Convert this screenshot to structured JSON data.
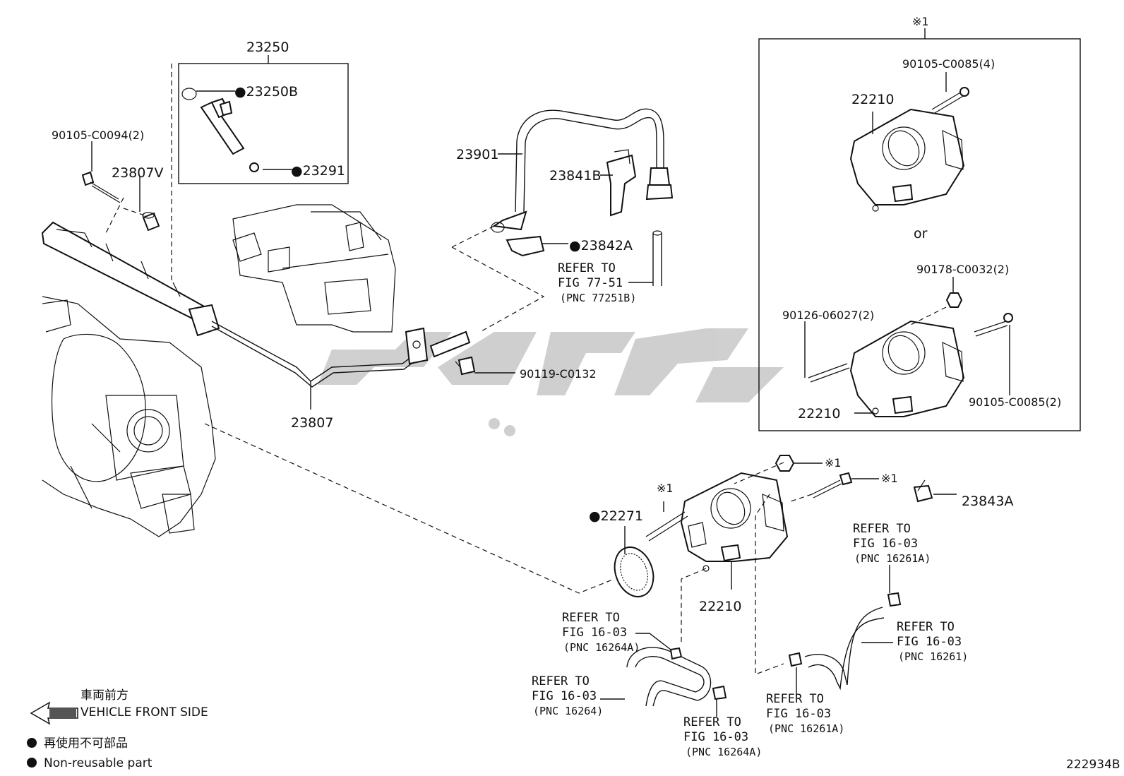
{
  "legend": {
    "front_jp": "車両前方",
    "front_en": "VEHICLE FRONT SIDE",
    "nonreuse_jp": "再使用不可部品",
    "nonreuse_en": "Non-reusable part"
  },
  "watermark": "كاریدکی",
  "figure_id": "222934B",
  "box_note": "※1",
  "or_label": "or",
  "parts": {
    "p23250": "23250",
    "p23250B": "●23250B",
    "p23291": "●23291",
    "p90105_C0094": "90105-C0094(2)",
    "p23807V": "23807V",
    "p23807": "23807",
    "p23901": "23901",
    "p23841B": "23841B",
    "p23842A": "●23842A",
    "p90119_C0132": "90119-C0132",
    "p22271": "●22271",
    "p22210_main": "22210",
    "p23843A": "23843A",
    "note_a": "※1",
    "note_b": "※1",
    "note_c": "※1",
    "box_90105_C0085_4": "90105-C0085(4)",
    "box_22210_top": "22210",
    "box_90178_C0032": "90178-C0032(2)",
    "box_90126_06027": "90126-06027(2)",
    "box_22210_bottom": "22210",
    "box_90105_C0085_2": "90105-C0085(2)"
  },
  "refs": {
    "r77_51": {
      "l1": "REFER TO",
      "l2": "FIG 77-51",
      "pnc": "(PNC 77251B)"
    },
    "r16261A_top": {
      "l1": "REFER TO",
      "l2": "FIG 16-03",
      "pnc": "(PNC 16261A)"
    },
    "r16261": {
      "l1": "REFER TO",
      "l2": "FIG 16-03",
      "pnc": "(PNC 16261)"
    },
    "r16264A_top": {
      "l1": "REFER TO",
      "l2": "FIG 16-03",
      "pnc": "(PNC 16264A)"
    },
    "r16264": {
      "l1": "REFER TO",
      "l2": "FIG 16-03",
      "pnc": "(PNC 16264)"
    },
    "r16264A_bottom": {
      "l1": "REFER TO",
      "l2": "FIG 16-03",
      "pnc": "(PNC 16264A)"
    },
    "r16261A_bottom": {
      "l1": "REFER TO",
      "l2": "FIG 16-03",
      "pnc": "(PNC 16261A)"
    }
  }
}
